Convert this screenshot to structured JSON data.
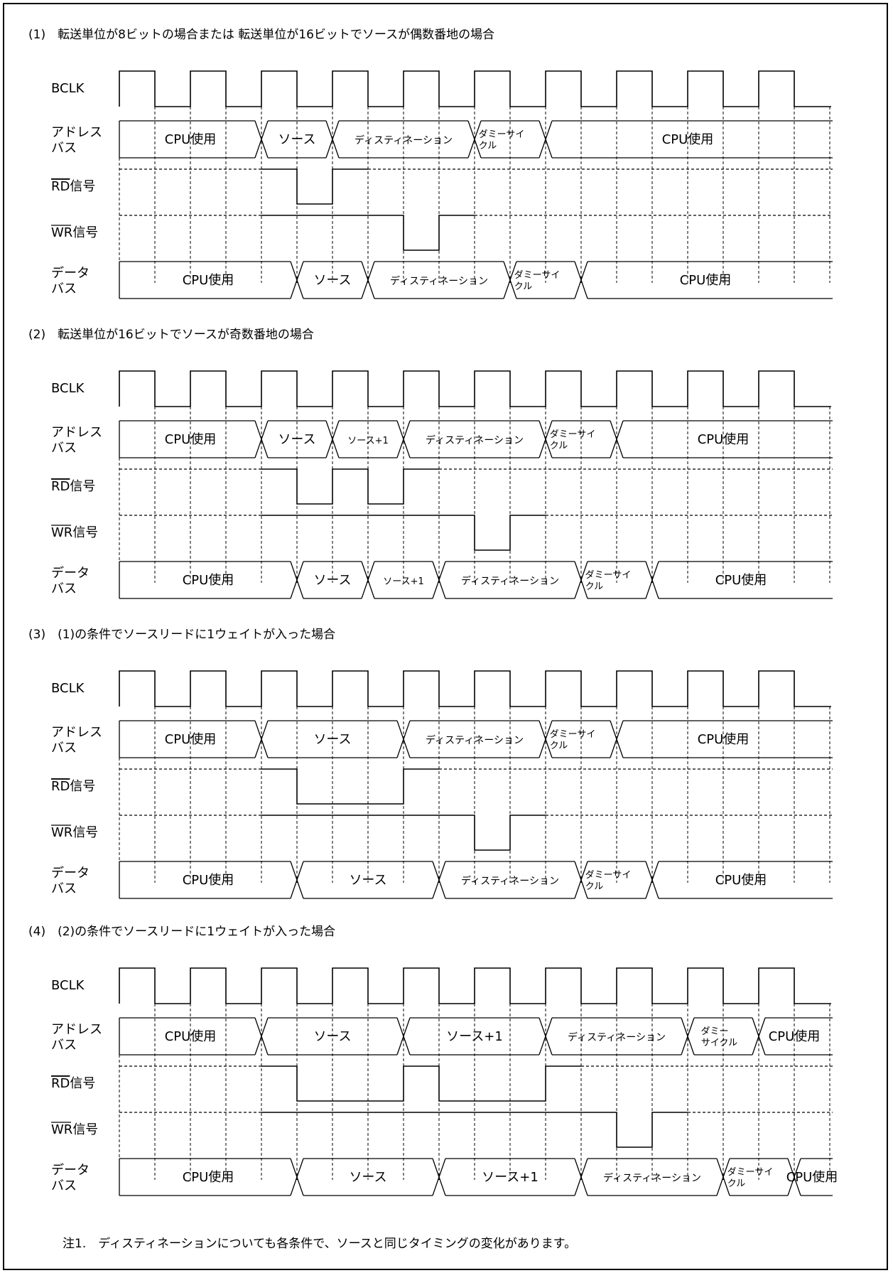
{
  "note": "注1.　ディスティネーションについても各条件で、ソースと同じタイミングの変化があります。",
  "labels": {
    "bclk": "BCLK",
    "addr1": "アドレス",
    "addr2": "バス",
    "rd_over": "RD",
    "rd_rest": "信号",
    "wr_over": "WR",
    "wr_rest": "信号",
    "data1": "データ",
    "data2": "バス"
  },
  "sections": [
    {
      "title": "(1)　転送単位が8ビットの場合または 転送単位が16ビットでソースが偶数番地の場合",
      "addr_segments": [
        {
          "text": "CPU使用",
          "from": 0,
          "to": 4
        },
        {
          "text": "ソース",
          "from": 4,
          "to": 6
        },
        {
          "text": "ディスティネーション",
          "from": 6,
          "to": 10
        },
        {
          "text": "ダミーサイ|クル",
          "from": 10,
          "to": 12
        },
        {
          "text": "CPU使用",
          "from": 12,
          "to": 20
        }
      ],
      "data_segments": [
        {
          "text": "CPU使用",
          "from": 0,
          "to": 5
        },
        {
          "text": "ソース",
          "from": 5,
          "to": 7
        },
        {
          "text": "ディスティネーション",
          "from": 7,
          "to": 11
        },
        {
          "text": "ダミーサイ|クル",
          "from": 11,
          "to": 13
        },
        {
          "text": "CPU使用",
          "from": 13,
          "to": 20
        }
      ],
      "rd_low": [
        [
          5,
          6
        ]
      ],
      "wr_low": [
        [
          8,
          9
        ]
      ]
    },
    {
      "title": "(2)　転送単位が16ビットでソースが奇数番地の場合",
      "addr_segments": [
        {
          "text": "CPU使用",
          "from": 0,
          "to": 4
        },
        {
          "text": "ソース",
          "from": 4,
          "to": 6
        },
        {
          "text": "ソース+1",
          "from": 6,
          "to": 8
        },
        {
          "text": "ディスティネーション",
          "from": 8,
          "to": 12
        },
        {
          "text": "ダミーサイ|クル",
          "from": 12,
          "to": 14
        },
        {
          "text": "CPU使用",
          "from": 14,
          "to": 20
        }
      ],
      "data_segments": [
        {
          "text": "CPU使用",
          "from": 0,
          "to": 5
        },
        {
          "text": "ソース",
          "from": 5,
          "to": 7
        },
        {
          "text": "ソース+1",
          "from": 7,
          "to": 9
        },
        {
          "text": "ディスティネーション",
          "from": 9,
          "to": 13
        },
        {
          "text": "ダミーサイ|クル",
          "from": 13,
          "to": 15
        },
        {
          "text": "CPU使用",
          "from": 15,
          "to": 20
        }
      ],
      "rd_low": [
        [
          5,
          6
        ],
        [
          7,
          8
        ]
      ],
      "wr_low": [
        [
          10,
          11
        ]
      ]
    },
    {
      "title": "(3)　(1)の条件でソースリードに1ウェイトが入った場合",
      "addr_segments": [
        {
          "text": "CPU使用",
          "from": 0,
          "to": 4
        },
        {
          "text": "ソース",
          "from": 4,
          "to": 8
        },
        {
          "text": "ディスティネーション",
          "from": 8,
          "to": 12
        },
        {
          "text": "ダミーサイ|クル",
          "from": 12,
          "to": 14
        },
        {
          "text": "CPU使用",
          "from": 14,
          "to": 20
        }
      ],
      "data_segments": [
        {
          "text": "CPU使用",
          "from": 0,
          "to": 5
        },
        {
          "text": "ソース",
          "from": 5,
          "to": 9
        },
        {
          "text": "ディスティネーション",
          "from": 9,
          "to": 13
        },
        {
          "text": "ダミーサイ|クル",
          "from": 13,
          "to": 15
        },
        {
          "text": "CPU使用",
          "from": 15,
          "to": 20
        }
      ],
      "rd_low": [
        [
          5,
          8
        ]
      ],
      "wr_low": [
        [
          10,
          11
        ]
      ]
    },
    {
      "title": "(4)　(2)の条件でソースリードに1ウェイトが入った場合",
      "addr_segments": [
        {
          "text": "CPU使用",
          "from": 0,
          "to": 4
        },
        {
          "text": "ソース",
          "from": 4,
          "to": 8
        },
        {
          "text": "ソース+1",
          "from": 8,
          "to": 12
        },
        {
          "text": "ディスティネーション",
          "from": 12,
          "to": 16
        },
        {
          "text": "ダミー|サイクル",
          "from": 16,
          "to": 18
        },
        {
          "text": "CPU使用",
          "from": 18,
          "to": 20
        }
      ],
      "data_segments": [
        {
          "text": "CPU使用",
          "from": 0,
          "to": 5
        },
        {
          "text": "ソース",
          "from": 5,
          "to": 9
        },
        {
          "text": "ソース+1",
          "from": 9,
          "to": 13
        },
        {
          "text": "ディスティネーション",
          "from": 13,
          "to": 17
        },
        {
          "text": "ダミーサイ|クル",
          "from": 17,
          "to": 19
        },
        {
          "text": "CPU使用",
          "from": 19,
          "to": 20
        }
      ],
      "rd_low": [
        [
          5,
          8
        ],
        [
          9,
          12
        ]
      ],
      "wr_low": [
        [
          14,
          15
        ]
      ]
    }
  ]
}
